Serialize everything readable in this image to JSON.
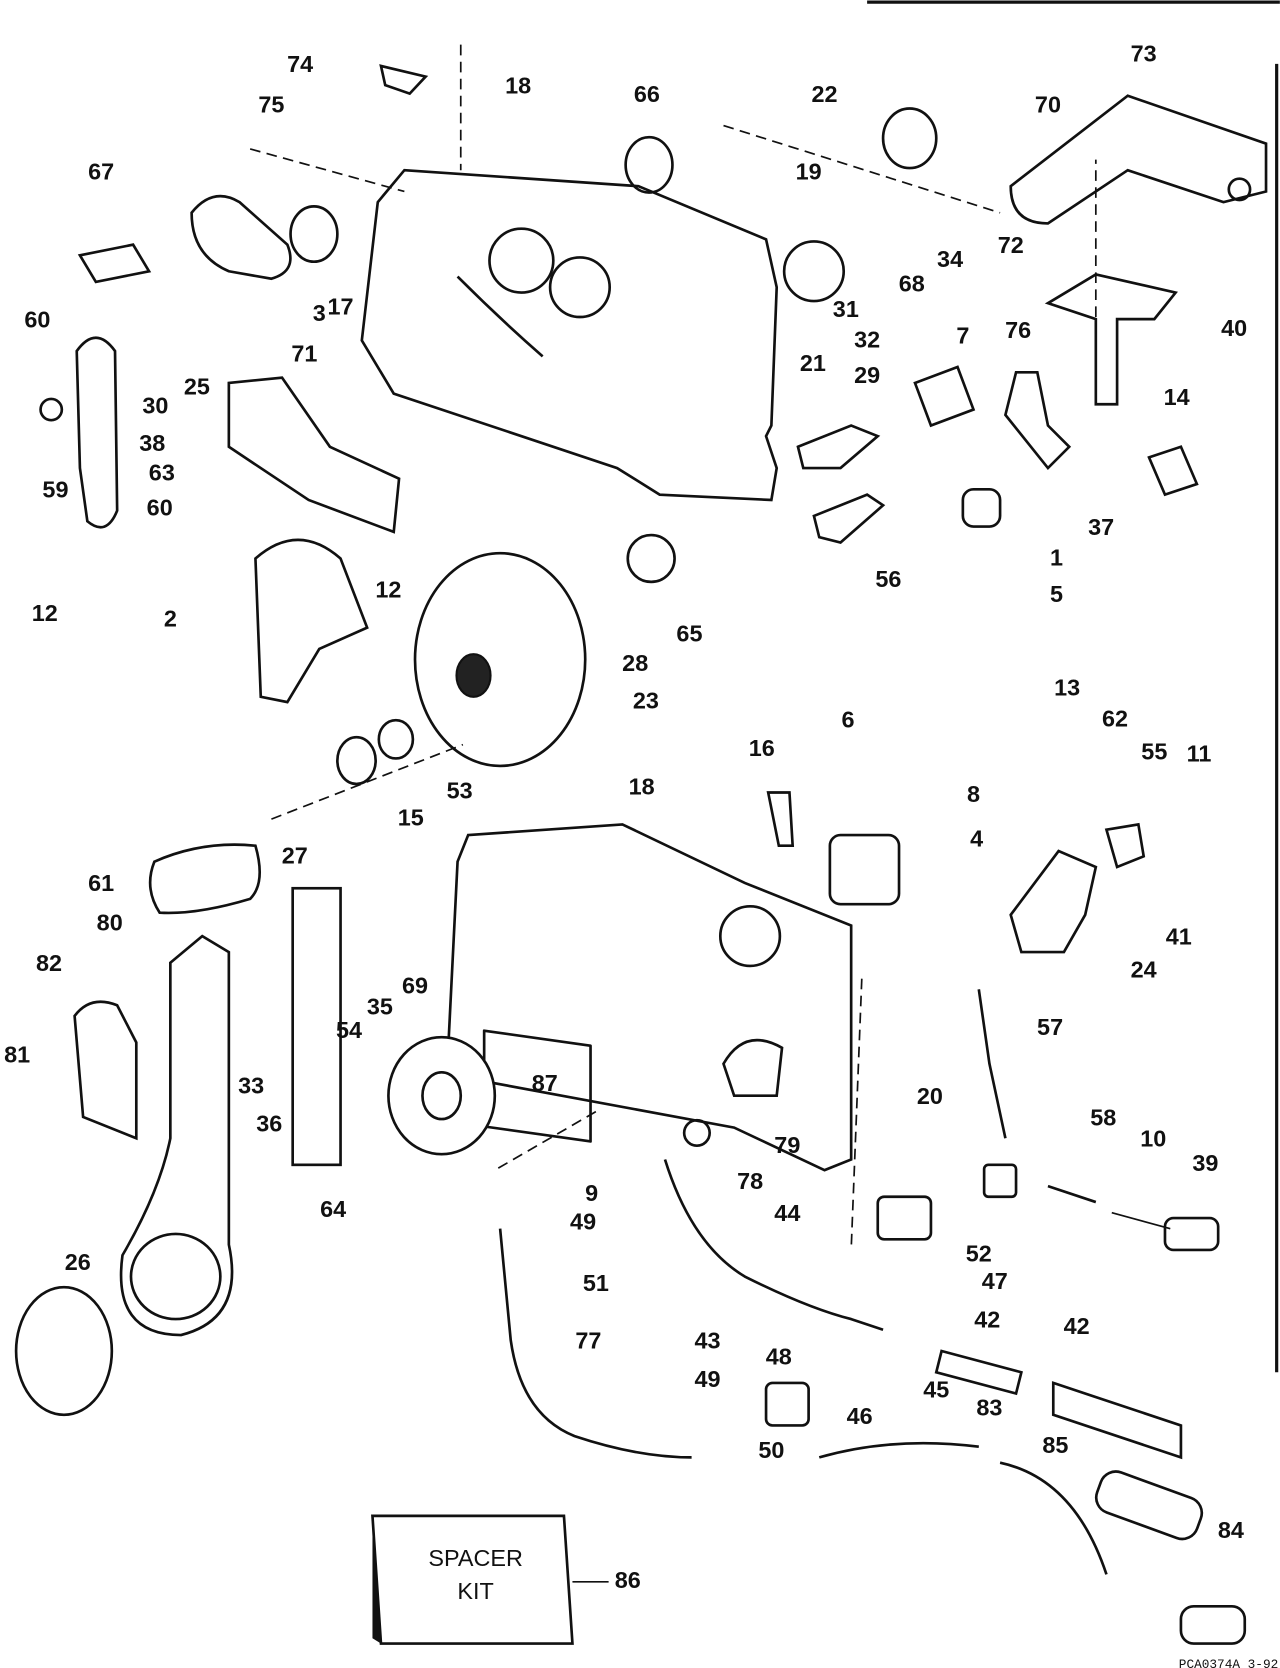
{
  "diagram": {
    "type": "exploded-parts-diagram",
    "part_labels": [
      "74",
      "75",
      "18",
      "66",
      "22",
      "73",
      "70",
      "67",
      "19",
      "34",
      "68",
      "72",
      "40",
      "17",
      "3",
      "71",
      "60",
      "30",
      "25",
      "38",
      "59",
      "63",
      "60",
      "12",
      "21",
      "31",
      "32",
      "29",
      "7",
      "76",
      "14",
      "37",
      "1",
      "5",
      "56",
      "2",
      "12",
      "28",
      "65",
      "23",
      "53",
      "15",
      "18",
      "16",
      "6",
      "8",
      "4",
      "13",
      "62",
      "55",
      "11",
      "41",
      "24",
      "61",
      "80",
      "27",
      "82",
      "69",
      "35",
      "54",
      "33",
      "36",
      "81",
      "87",
      "20",
      "57",
      "79",
      "78",
      "64",
      "9",
      "58",
      "10",
      "39",
      "49",
      "44",
      "52",
      "51",
      "47",
      "42",
      "26",
      "43",
      "49",
      "48",
      "45",
      "46",
      "77",
      "42",
      "83",
      "50",
      "85",
      "84",
      "86"
    ],
    "spacer_kit": {
      "line1": "SPACER",
      "line2": "KIT"
    },
    "drawing_code": "PCA0374A 3-92"
  }
}
